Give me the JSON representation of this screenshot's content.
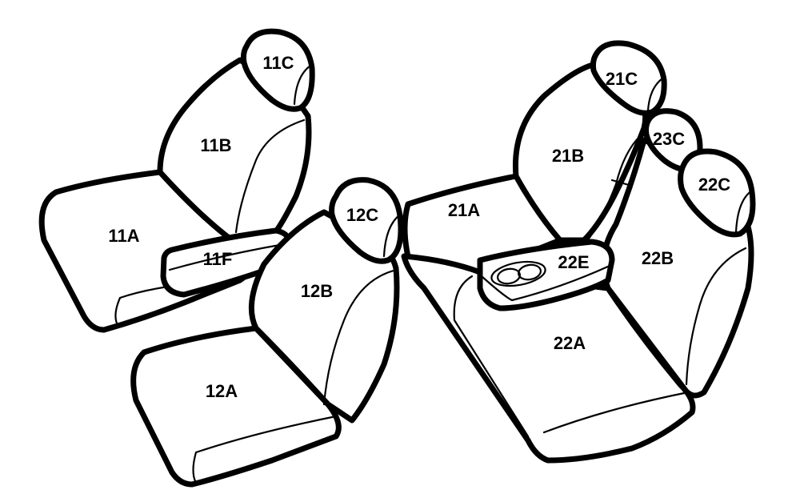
{
  "labels": {
    "seat_11c": "11C",
    "seat_11b": "11B",
    "seat_11a": "11A",
    "seat_11f": "11F",
    "seat_12c": "12C",
    "seat_12b": "12B",
    "seat_12a": "12A",
    "seat_21c": "21C",
    "seat_23c": "23C",
    "seat_22c": "22C",
    "seat_21b": "21B",
    "seat_21a": "21A",
    "seat_22b": "22B",
    "seat_22e": "22E",
    "seat_22a": "22A"
  }
}
